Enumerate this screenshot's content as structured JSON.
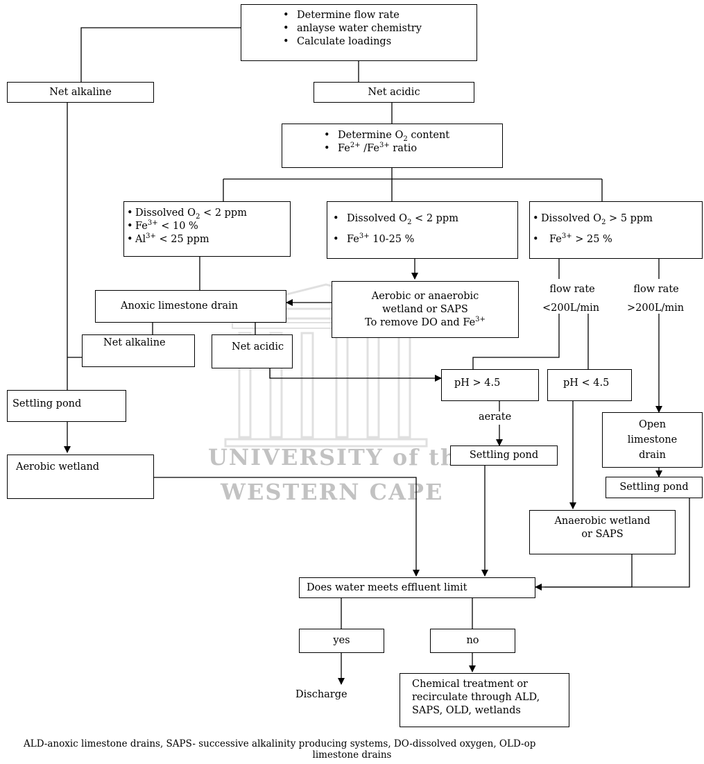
{
  "start": {
    "items": [
      "Determine flow rate",
      "anlayse water chemistry",
      "Calculate loadings"
    ]
  },
  "net_alkaline_top": "Net alkaline",
  "net_acidic_top": "Net acidic",
  "o2_box": {
    "line1_prefix": "Determine O",
    "line1_sub": "2",
    "line1_suffix": " content",
    "line2_a": "Fe",
    "line2_a_sup": "2+",
    "line2_b": " /Fe",
    "line2_b_sup": "3+",
    "line2_c": " ratio"
  },
  "cond_left": {
    "do_prefix": "Dissolved O",
    "do_sub": "2",
    "do_suffix": " <  2 ppm",
    "fe_prefix": "Fe",
    "fe_sup": "3+",
    "fe_suffix": " < 10 %",
    "al_prefix": "Al",
    "al_sup": "3+",
    "al_suffix": " < 25 ppm"
  },
  "cond_mid": {
    "do_prefix": "Dissolved O",
    "do_sub": "2",
    "do_suffix": " < 2 ppm",
    "fe_prefix": "Fe",
    "fe_sup": "3+",
    "fe_suffix": " 10-25 %"
  },
  "cond_right": {
    "do_prefix": "Dissolved O",
    "do_sub": "2",
    "do_suffix": " > 5 ppm",
    "fe_prefix": "Fe",
    "fe_sup": "3+",
    "fe_suffix": " > 25 %"
  },
  "aerobic_box": {
    "line1": "Aerobic or anaerobic",
    "line2": "wetland or SAPS",
    "line3_prefix": "To remove DO and Fe",
    "line3_sup": "3+"
  },
  "ald": "Anoxic limestone drain",
  "net_alkaline_mid": "Net alkaline",
  "net_acidic_mid": "Net acidic",
  "flow_low": {
    "line1": "flow rate",
    "line2": "<200L/min"
  },
  "flow_high": {
    "line1": "flow rate",
    "line2": ">200L/min"
  },
  "ph_high": "pH > 4.5",
  "ph_low": "pH < 4.5",
  "aerate": "aerate",
  "settling_left": "Settling pond",
  "settling_mid": "Settling pond",
  "settling_right": "Settling pond",
  "aerobic_wetland": "Aerobic wetland",
  "old_box": {
    "line1": "Open",
    "line2": "limestone",
    "line3": "drain"
  },
  "anaerobic_box": {
    "line1": "Anaerobic wetland",
    "line2": "or SAPS"
  },
  "effluent": "Does water meets effluent limit",
  "yes": "yes",
  "no": "no",
  "discharge": "Discharge",
  "chemical_box": {
    "line1": "Chemical treatment or",
    "line2": "recirculate through ALD,",
    "line3": "SAPS, OLD, wetlands"
  },
  "watermark": {
    "line1": "UNIVERSITY of the",
    "line2": "WESTERN CAPE"
  },
  "caption": {
    "line1": "ALD-anoxic limestone drains, SAPS- successive alkalinity producing systems, DO-dissolved oxygen, OLD-op",
    "line2": "limestone drains"
  }
}
